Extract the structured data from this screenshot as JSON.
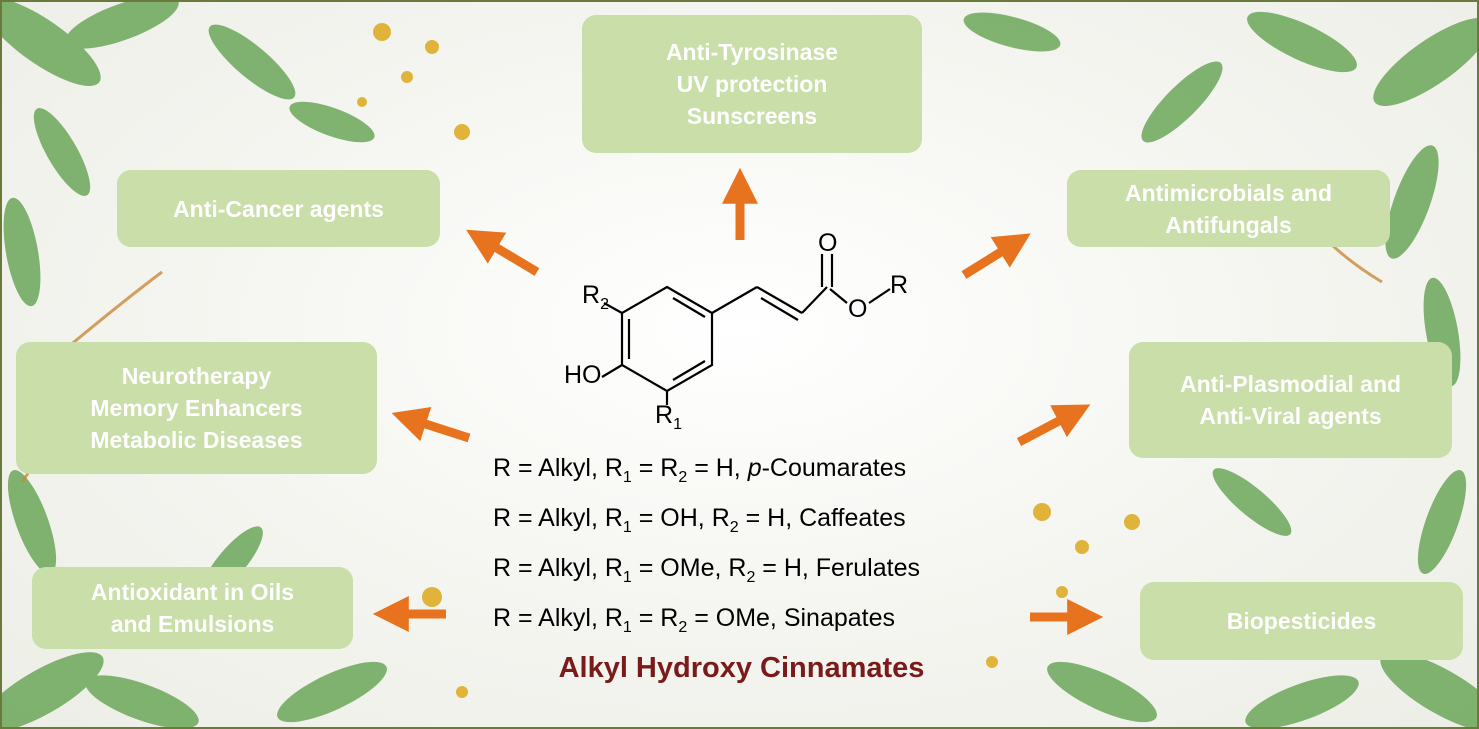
{
  "boxes": {
    "top": [
      "Anti-Tyrosinase",
      "UV protection",
      "Sunscreens"
    ],
    "upper_left": [
      "Anti-Cancer agents"
    ],
    "upper_right": [
      "Antimicrobials and",
      "Antifungals"
    ],
    "middle_left": [
      "Neurotherapy",
      "Memory Enhancers",
      "Metabolic Diseases"
    ],
    "middle_right": [
      "Anti-Plasmodial and",
      "Anti-Viral agents"
    ],
    "lower_left": [
      "Antioxidant in Oils",
      "and Emulsions"
    ],
    "lower_right": [
      "Biopesticides"
    ]
  },
  "molecule": {
    "o_carbonyl": "O",
    "o_ester": "O",
    "r": "R",
    "r2": "R",
    "r2_sub": "2",
    "r1": "R",
    "r1_sub": "1",
    "ho": "HO"
  },
  "formulas": [
    {
      "pre": "R = Alkyl, R",
      "s1": "1",
      "mid": " = R",
      "s2": "2",
      "italic": "p",
      "post": " = H, ",
      "tail": "-Coumarates"
    },
    {
      "pre": "R = Alkyl, R",
      "s1": "1",
      "mid": " = OH, R",
      "s2": "2",
      "italic": "",
      "post": " = H, ",
      "tail": "Caffeates"
    },
    {
      "pre": "R = Alkyl, R",
      "s1": "1",
      "mid": " = OMe, R",
      "s2": "2",
      "italic": "",
      "post": " = H, ",
      "tail": "Ferulates"
    },
    {
      "pre": "R = Alkyl, R",
      "s1": "1",
      "mid": " = R",
      "s2": "2",
      "italic": "",
      "post": " = OMe, ",
      "tail": "Sinapates"
    }
  ],
  "title": "Alkyl Hydroxy Cinnamates",
  "colors": {
    "box_fill": "#c9dea8",
    "arrow": "#e8731e",
    "title": "#7a1a1a",
    "leaf": "#5f9e52",
    "gold": "#e0b43a"
  }
}
